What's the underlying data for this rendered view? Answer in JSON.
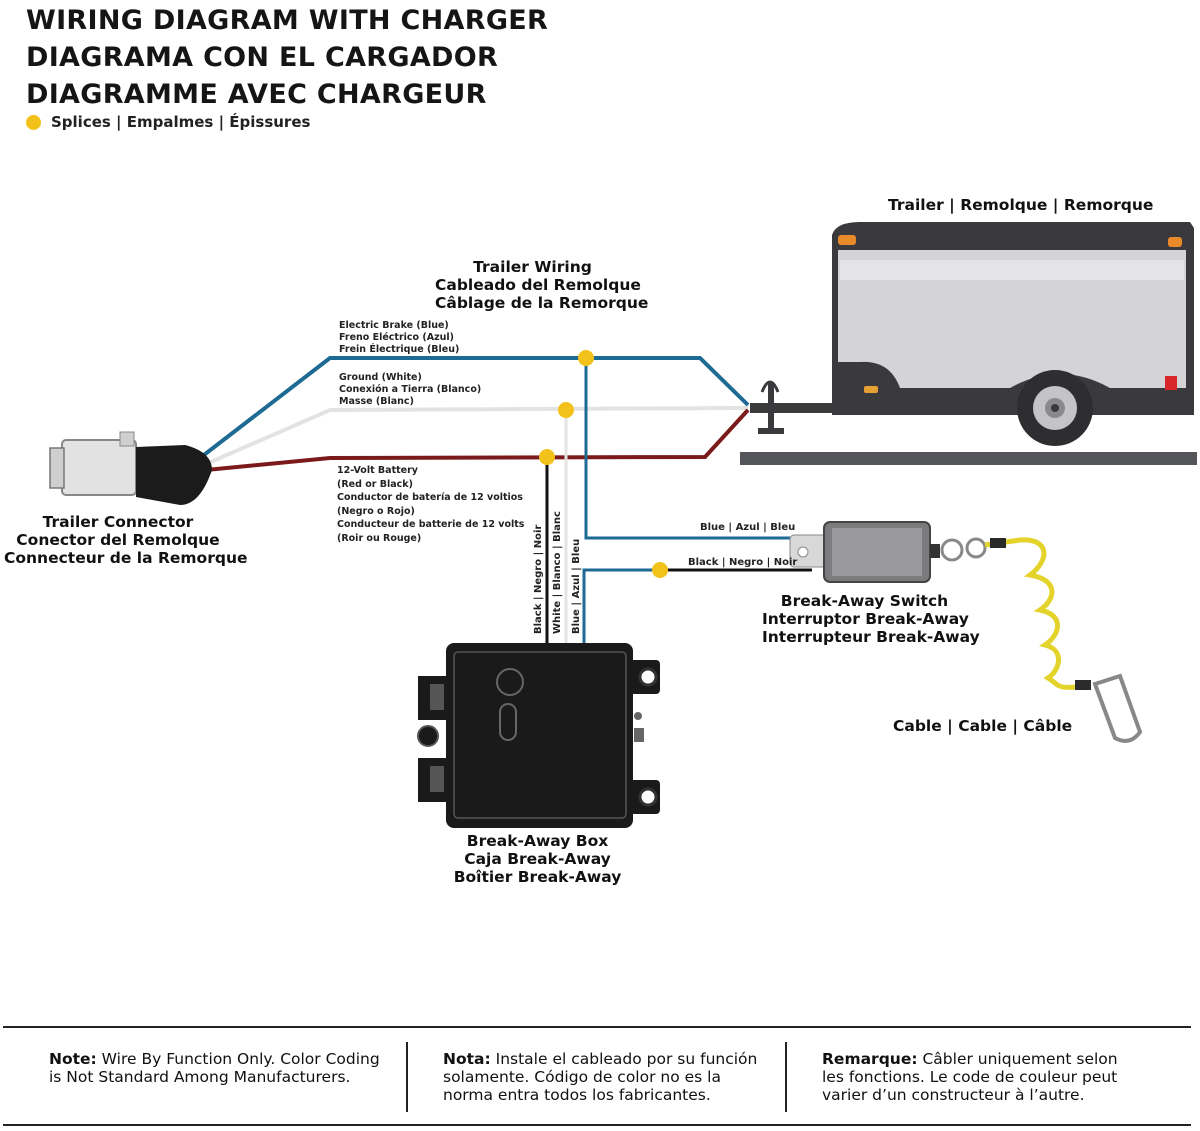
{
  "title": {
    "line1": "WIRING DIAGRAM WITH CHARGER",
    "line2": "DIAGRAMA CON EL CARGADOR",
    "line3": "DIAGRAMME AVEC CHARGEUR"
  },
  "legend": {
    "text": "Splices | Empalmes | Épissures",
    "color": "#f2c21b"
  },
  "trailer": {
    "label": "Trailer | Remolque | Remorque"
  },
  "trailer_wiring": {
    "line1": "Trailer Wiring",
    "line2": "Cableado del Remolque",
    "line3": "Câblage de la Remorque"
  },
  "wires": {
    "brake": {
      "line1": "Electric Brake (Blue)",
      "line2": "Freno Eléctrico (Azul)",
      "line3": "Frein Électrique (Bleu)",
      "color": "#1d6a93"
    },
    "ground": {
      "line1": "Ground (White)",
      "line2": "Conexión a Tierra (Blanco)",
      "line3": "Masse (Blanc)",
      "color": "#e6e6e6"
    },
    "battery": {
      "line1": "12-Volt Battery",
      "line2": "(Red or Black)",
      "line3": "Conductor de batería de 12 voltios",
      "line4": "(Negro o Rojo)",
      "line5": "Conducteur de batterie de 12 volts",
      "line6": "(Roir ou Rouge)",
      "color": "#7a1a1a"
    }
  },
  "vertical_labels": {
    "black": "Black | Negro | Noir",
    "white": "White | Blanco | Blanc",
    "blue": "Blue | Azul | Bleu"
  },
  "switch_wires": {
    "blue": "Blue | Azul | Bleu",
    "black": "Black | Negro | Noir"
  },
  "connector": {
    "line1": "Trailer Connector",
    "line2": "Conector del Remolque",
    "line3": "Connecteur de la Remorque"
  },
  "switch": {
    "line1": "Break-Away Switch",
    "line2": "Interruptor Break-Away",
    "line3": "Interrupteur Break-Away"
  },
  "cable": {
    "label": "Cable | Cable | Câble"
  },
  "box": {
    "line1": "Break-Away Box",
    "line2": "Caja Break-Away",
    "line3": "Boîtier Break-Away"
  },
  "footer": {
    "en": {
      "head": "Note:",
      "body1": " Wire By Function Only. Color Coding",
      "body2": "is Not Standard Among Manufacturers."
    },
    "es": {
      "head": "Nota:",
      "body1": " Instale el cableado por su función",
      "body2": "solamente. Código de color no es la",
      "body3": "norma entra todos los fabricantes."
    },
    "fr": {
      "head": "Remarque:",
      "body1": " Câbler uniquement selon",
      "body2": "les fonctions. Le code de couleur peut",
      "body3": "varier d’un constructeur à l’autre."
    }
  }
}
